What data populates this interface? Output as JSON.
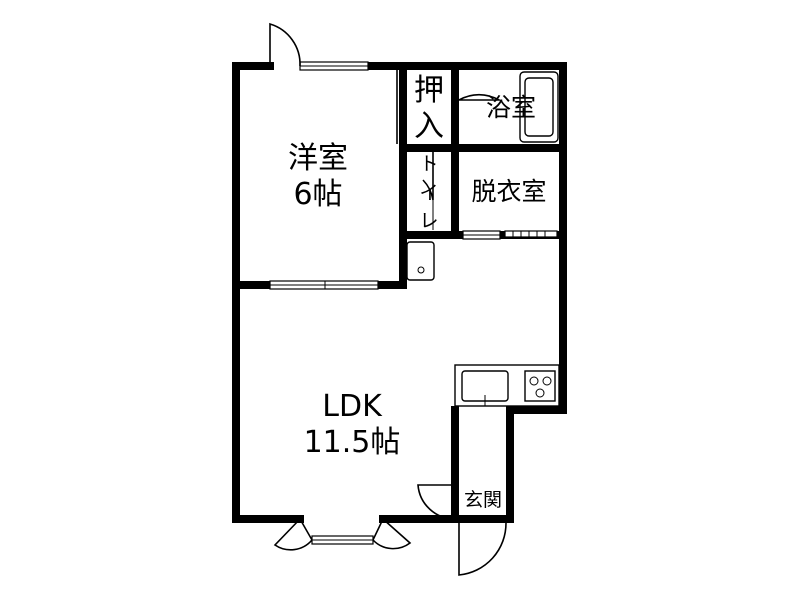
{
  "rooms": {
    "western": {
      "name": "洋室",
      "size": "6帖"
    },
    "storage_line1": "押",
    "storage_line2": "入",
    "bath": "浴室",
    "toilet_line1": "ト",
    "toilet_line2": "イ",
    "toilet_line3": "レ",
    "dressing": "脱衣室",
    "ldk": {
      "name": "LDK",
      "size": "11.5帖"
    },
    "entrance": "玄関"
  }
}
